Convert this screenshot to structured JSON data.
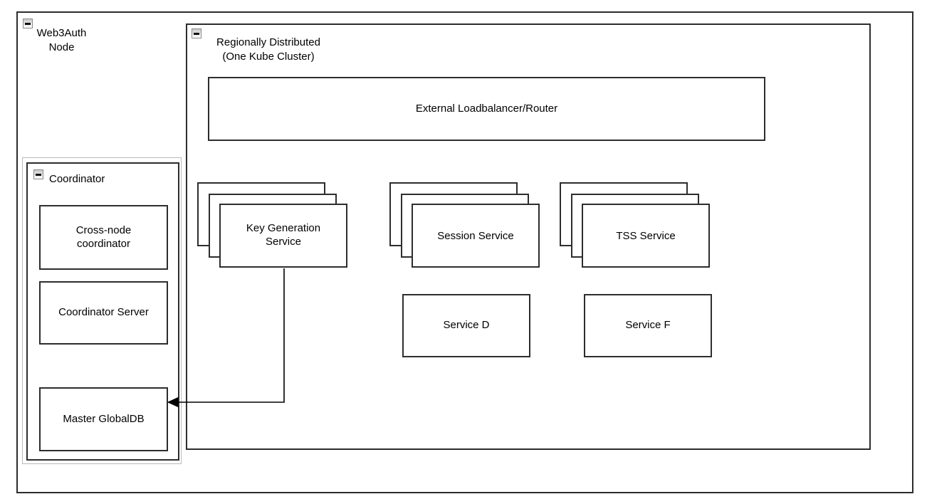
{
  "diagram_type": "architecture-diagram",
  "colors": {
    "background": "#ffffff",
    "shape_border": "#2d2d2d",
    "group_outline": "#b9b9b9",
    "edge": "#000000",
    "collapse_button_face": "#d9d9d9"
  },
  "containers": {
    "web3auth_node": {
      "title_line1": "Web3Auth",
      "title_line2": "Node",
      "collapse_icon": "collapse-minus-icon"
    },
    "regionally_distributed": {
      "title_line1": "Regionally Distributed",
      "title_line2": "(One Kube Cluster)",
      "collapse_icon": "collapse-minus-icon"
    },
    "coordinator": {
      "title": "Coordinator",
      "collapse_icon": "collapse-minus-icon"
    }
  },
  "nodes": {
    "external_loadbalancer": {
      "label": "External Loadbalancer/Router"
    },
    "key_generation_service": {
      "label_line1": "Key Generation",
      "label_line2": "Service",
      "stacked_copies": 3
    },
    "session_service": {
      "label": "Session Service",
      "stacked_copies": 3
    },
    "tss_service": {
      "label": "TSS Service",
      "stacked_copies": 3
    },
    "service_d": {
      "label": "Service D"
    },
    "service_f": {
      "label": "Service F"
    },
    "cross_node_coordinator": {
      "label_line1": "Cross-node",
      "label_line2": "coordinator"
    },
    "coordinator_server": {
      "label": "Coordinator Server"
    },
    "master_globaldb": {
      "label": "Master GlobalDB"
    }
  },
  "edges": [
    {
      "from": "key_generation_service",
      "to": "master_globaldb",
      "style": "orthogonal",
      "arrowhead": "filled-triangle-at-target"
    }
  ]
}
